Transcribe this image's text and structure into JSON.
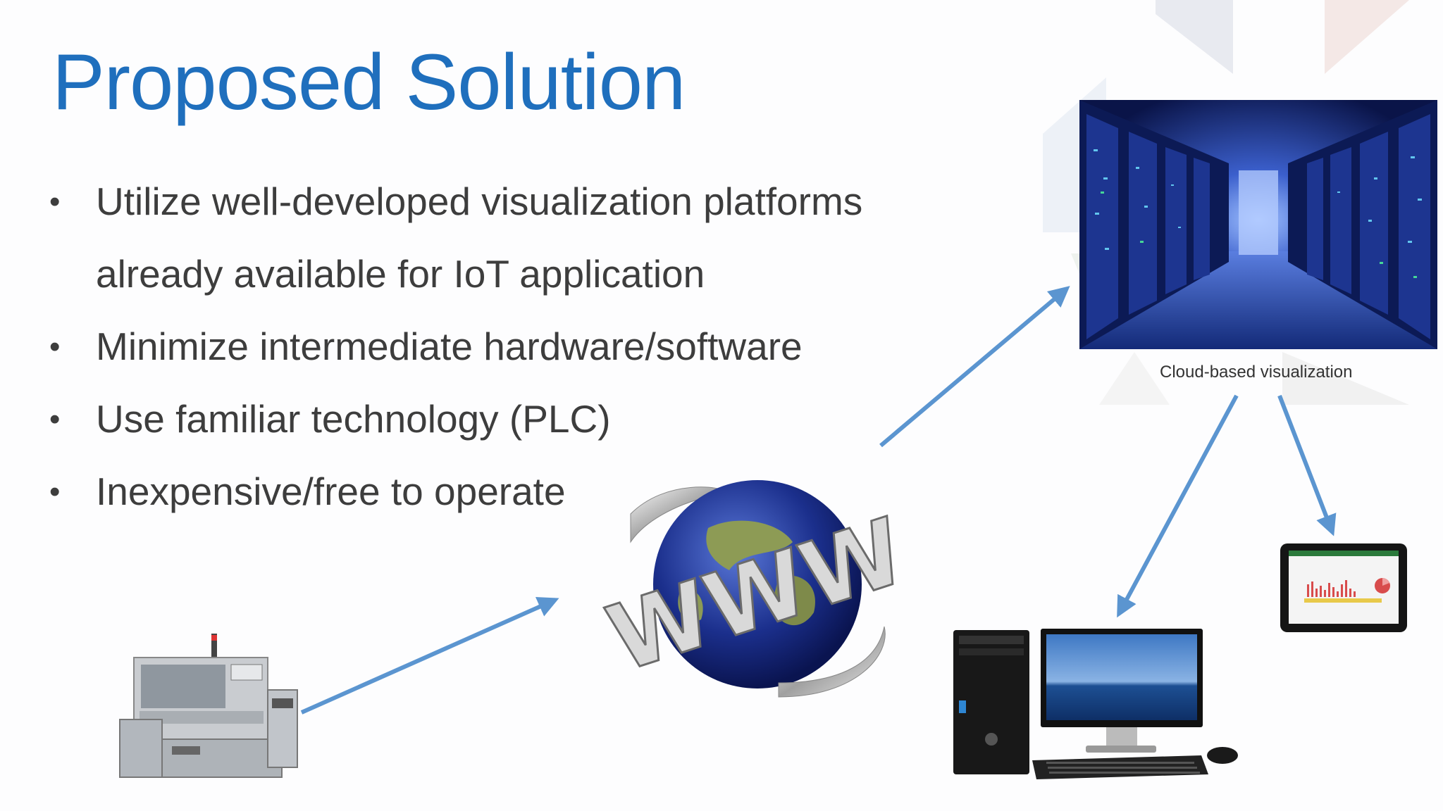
{
  "slide": {
    "title": "Proposed Solution",
    "bullets": [
      "Utilize well-developed visualization platforms already available for IoT application",
      "Minimize intermediate hardware/software",
      "Use familiar technology (PLC)",
      "Inexpensive/free to operate"
    ],
    "bullet_symbol": "•",
    "cloud_caption": "Cloud-based visualization",
    "www_label": "WWW",
    "colors": {
      "title": "#1f6fbd",
      "arrow": "#5b95d0",
      "body_text": "#3d3d3d"
    },
    "images": [
      {
        "name": "server-room-image",
        "icon": "datacenter"
      },
      {
        "name": "www-globe-image",
        "icon": "globe"
      },
      {
        "name": "cnc-lathe-machine-image",
        "icon": "cnc-machine"
      },
      {
        "name": "desktop-computer-image",
        "icon": "desktop-pc"
      },
      {
        "name": "tablet-device-image",
        "icon": "tablet"
      }
    ]
  }
}
